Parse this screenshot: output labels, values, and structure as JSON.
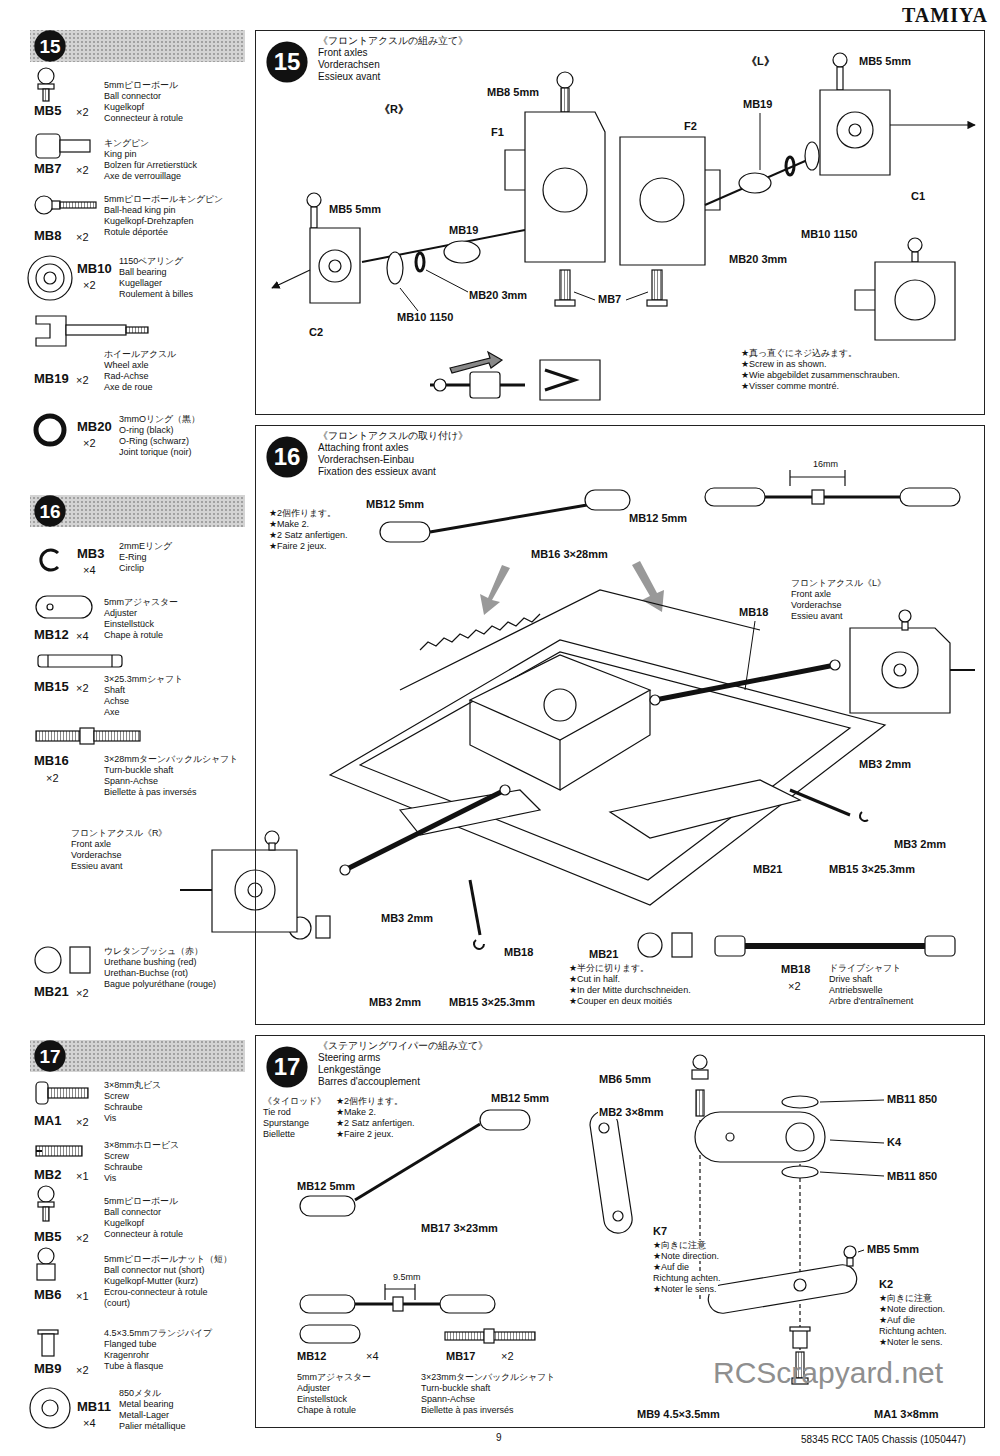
{
  "diagram": {
    "title": "TAMIYA",
    "nodes": [
      {
        "text": [
          "15"
        ]
      },
      {
        "text": [
          "《フロントアクスルの組み立て》",
          "Front axles",
          "Vorderachsen",
          "Essieux avant"
        ]
      },
      {
        "text": [
          "15"
        ],
        "in": 1
      },
      {
        "text": [
          "16"
        ]
      },
      {
        "text": [
          "《フロントアクスルの取り付け》",
          "Attaching front axles",
          "Vorderachsen-Einbau",
          "Fixation des essieux avant"
        ]
      },
      {
        "text": [
          "16"
        ],
        "in": 4
      },
      {
        "text": [
          "17"
        ]
      },
      {
        "text": [
          "《ステアリングワイパーの組み立て》",
          "Steering arms",
          "Lenkgestänge",
          "Barres d'accouplement"
        ]
      },
      {
        "text": [
          "17"
        ],
        "in": 7
      }
    ],
    "labels": [
      "5mmピローボール",
      "Ball connector",
      "Kugelkopf",
      "Connecteur à rotule",
      "MB5",
      "×2",
      "キングピン",
      "King pin",
      "Bolzen für Arretierstück",
      "Axe de verrouillage",
      "MB7",
      "×2",
      "5mmピローボールキングピン",
      "Ball-head king pin",
      "Kugelkopf-Drehzapfen",
      "Rotule déportée",
      "MB8",
      "×2",
      "1150ベアリング",
      "Ball bearing",
      "Kugellager",
      "Roulement à billes",
      "MB10",
      "×2",
      "ホイールアクスル",
      "Wheel axle",
      "Rad-Achse",
      "Axe de roue",
      "MB19",
      "×2",
      "3mmOリング（黒）",
      "O-ring (black)",
      "O-Ring (schwarz)",
      "Joint torique (noir)",
      "MB20",
      "×2",
      "2mmEリング",
      "E-Ring",
      "Circlip",
      "MB3",
      "×4",
      "5mmアジャスター",
      "Adjuster",
      "Einstellstück",
      "Chape à rotule",
      "MB12",
      "×4",
      "3×25.3mmシャフト",
      "Shaft",
      "Achse",
      "Axe",
      "MB15",
      "×2",
      "3×28mmターンバックルシャフト",
      "Turn-buckle shaft",
      "Spann-Achse",
      "Biellette à pas inversés",
      "MB16",
      "×2",
      "フロントアクスル《R》",
      "Front axle",
      "Vorderachse",
      "Essieu avant",
      "ウレタンブッシュ（赤）",
      "Urethane bushing (red)",
      "Urethan-Buchse (rot)",
      "Bague polyuréthane (rouge)",
      "MB21",
      "×2",
      "3×8mm丸ビス",
      "Screw",
      "Schraube",
      "Vis",
      "MA1",
      "×2",
      "3×8mmホロービス",
      "Screw",
      "Schraube",
      "Vis",
      "MB2",
      "×1",
      "5mmピローボール",
      "Ball connector",
      "Kugelkopf",
      "Connecteur à rotule",
      "MB5",
      "×2",
      "5mmピローボールナット（短）",
      "Ball connector nut (short)",
      "Kugelkopf-Mutter (kurz)",
      "Ecrou-connecteur à rotule",
      "(court)",
      "MB6",
      "×1",
      "4.5×3.5mmフランジパイプ",
      "Flanged tube",
      "Kragenrohr",
      "Tube à flasque",
      "MB9",
      "×2",
      "850メタル",
      "Metal bearing",
      "Metall-Lager",
      "Palier métallique",
      "MB11",
      "×4",
      "《R》",
      "MB8 5mm",
      "F1",
      "《L》",
      "MB5 5mm",
      "MB19",
      "F2",
      "MB5 5mm",
      "MB19",
      "C1",
      "MB10 1150",
      "MB20 3mm",
      "MB20 3mm",
      "MB7",
      "C2",
      "MB10 1150",
      "★真っ直ぐにネジ込みます。",
      "★Screw in as shown.",
      "★Wie abgebildet zusammenschrauben.",
      "★Visser comme montré.",
      "★2個作ります。",
      "★Make 2.",
      "★2 Satz anfertigen.",
      "★Faire 2 jeux.",
      "MB12 5mm",
      "MB16 3×28mm",
      "MB12 5mm",
      "16mm",
      "フロントアクスル《L》",
      "Front axle",
      "Vorderachse",
      "Essieu avant",
      "MB18",
      "MB3 2mm",
      "MB21",
      "MB15 3×25.3mm",
      "MB3 2mm",
      "MB3 2mm",
      "MB18",
      "MB21",
      "★半分に切ります。",
      "★Cut in half.",
      "★In der Mitte durchschneiden.",
      "★Couper en deux moitiés",
      "MB3 2mm",
      "MB15 3×25.3mm",
      "MB18",
      "×2",
      "ドライブシャフト",
      "Drive shaft",
      "Antriebswelle",
      "Arbre d'entraînement",
      "《タイロッド》",
      "Tie rod",
      "Spurstange",
      "Biellette",
      "★2個作ります。",
      "★Make 2.",
      "★2 Satz anfertigen.",
      "★Faire 2 jeux.",
      "MB12 5mm",
      "MB12 5mm",
      "MB17 3×23mm",
      "9.5mm",
      "MB12",
      "×4",
      "5mmアジャスター",
      "Adjuster",
      "Einstellstück",
      "Chape à rotule",
      "MB17",
      "×2",
      "3×23mmターンバックルシャフト",
      "Turn-buckle shaft",
      "Spann-Achse",
      "Biellette à pas inversés",
      "MB6 5mm",
      "MB2 3×8mm",
      "MB11 850",
      "K4",
      "MB11 850",
      "MB5 5mm",
      "K7",
      "★向きに注意",
      "★Note direction.",
      "★Auf die",
      "Richtung achten.",
      "★Noter le sens.",
      "K2",
      "★向きに注意",
      "★Note direction.",
      "★Auf die",
      "Richtung achten.",
      "★Noter le sens.",
      "MB9 4.5×3.5mm",
      "MA1 3×8mm",
      "9",
      "58345 RCC TA05 Chassis (1050447)",
      "RCScrapyard.net"
    ]
  }
}
